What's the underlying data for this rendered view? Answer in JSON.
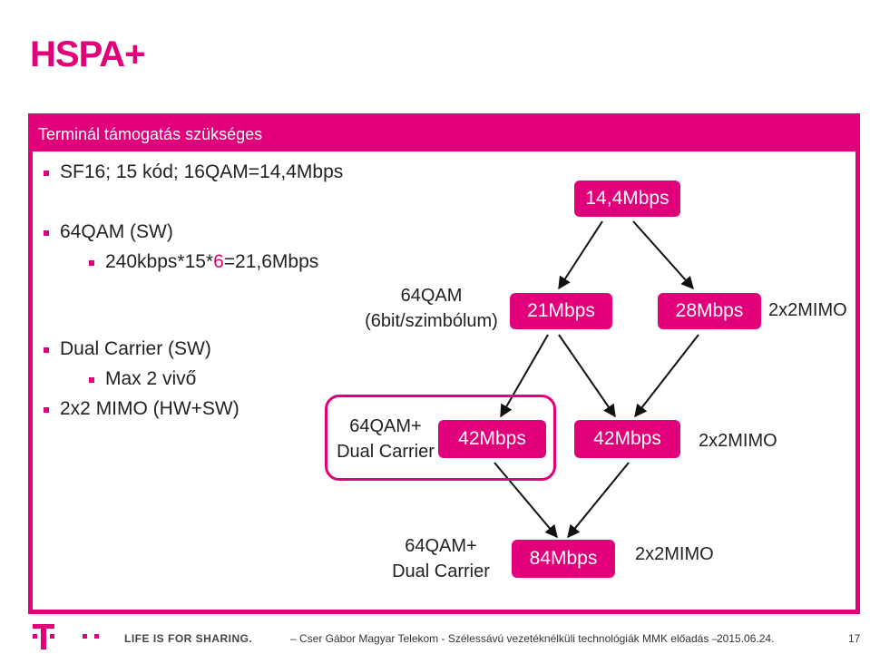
{
  "title": "HSPA+",
  "panel_header": "Terminál támogatás szükséges",
  "bullets": [
    {
      "text": "SF16; 15 kód; 16QAM=14,4Mbps"
    },
    {
      "text": "64QAM (SW)"
    },
    {
      "pre": "240kbps*15*",
      "highlight": "6",
      "post": "=21,6Mbps"
    },
    {
      "text": "Dual Carrier (SW)"
    },
    {
      "text": "Max 2 vivő"
    },
    {
      "text": "2x2 MIMO (HW+SW)"
    }
  ],
  "diagram": {
    "top_box": "14,4Mbps",
    "mid_left_box": "21Mbps",
    "mid_right_box": "28Mbps",
    "mid_right_label": "2x2MIMO",
    "mod_label_line1": "64QAM",
    "mod_label_line2": "(6bit/szimbólum)",
    "low_left_label_line1": "64QAM+",
    "low_left_label_line2": "Dual Carrier",
    "low_left_box": "42Mbps",
    "low_right_box": "42Mbps",
    "low_right_label": "2x2MIMO",
    "bottom_label_line1": "64QAM+",
    "bottom_label_line2": "Dual Carrier",
    "bottom_box": "84Mbps",
    "bottom_right_label": "2x2MIMO"
  },
  "footer": {
    "slogan": "LIFE IS FOR SHARING.",
    "text": "– Cser Gábor Magyar Telekom - Szélessávú vezetéknélküli technológiák  MMK előadás  –",
    "date": "2015.06.24.",
    "page": "17"
  },
  "colors": {
    "accent": "#e2007a"
  }
}
